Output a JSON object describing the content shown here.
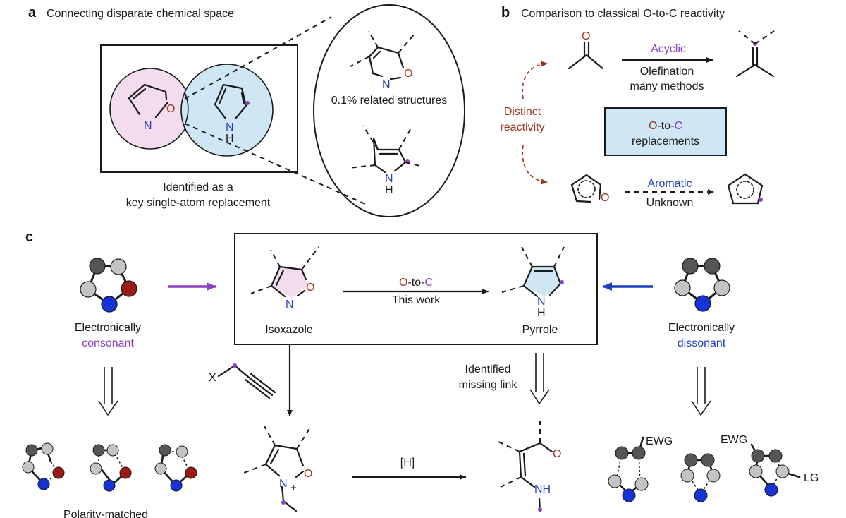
{
  "colors": {
    "purple": "#8a3fc4",
    "blue": "#1f3fbf",
    "red": "#a0331b",
    "pink_fill": "#f4dcef",
    "light_blue_fill": "#cfe6f5",
    "box_fill": "#cfe6f5",
    "dark_grey_atom": "#555555",
    "light_grey_atom": "#c4c4c4",
    "red_atom": "#9b1a13",
    "blue_atom": "#1533d6"
  },
  "panel_a": {
    "letter": "a",
    "title": "Connecting disparate chemical space",
    "caption_line1": "Identified as a",
    "caption_line2": "key single-atom replacement",
    "related": "0.1% related structures"
  },
  "panel_b": {
    "letter": "b",
    "title": "Comparison to classical O-to-C reactivity",
    "distinct_line1": "Distinct",
    "distinct_line2": "reactivity",
    "acyclic": "Acyclic",
    "olefination": "Olefination",
    "many_methods": "many methods",
    "box_o": "O",
    "box_to": "-to-",
    "box_c": "C",
    "box_line2": "replacements",
    "aromatic": "Aromatic",
    "unknown": "Unknown"
  },
  "panel_c": {
    "letter": "c",
    "electronically_left": "Electronically",
    "consonant": "consonant",
    "electronically_right": "Electronically",
    "dissonant": "dissonant",
    "o": "O",
    "to": "-to-",
    "c": "C",
    "this_work": "This work",
    "isoxazole": "Isoxazole",
    "pyrrole": "Pyrrole",
    "identified_line1": "Identified",
    "identified_line2": "missing link",
    "reagent_x": "X",
    "hydrogenation": "[H]",
    "ewg1": "EWG",
    "ewg2": "EWG",
    "lg": "LG",
    "polarity": "Polarity-matched"
  },
  "atoms": {
    "N": "N",
    "O": "O",
    "H": "H",
    "NH": "NH",
    "N_plus": "+"
  }
}
